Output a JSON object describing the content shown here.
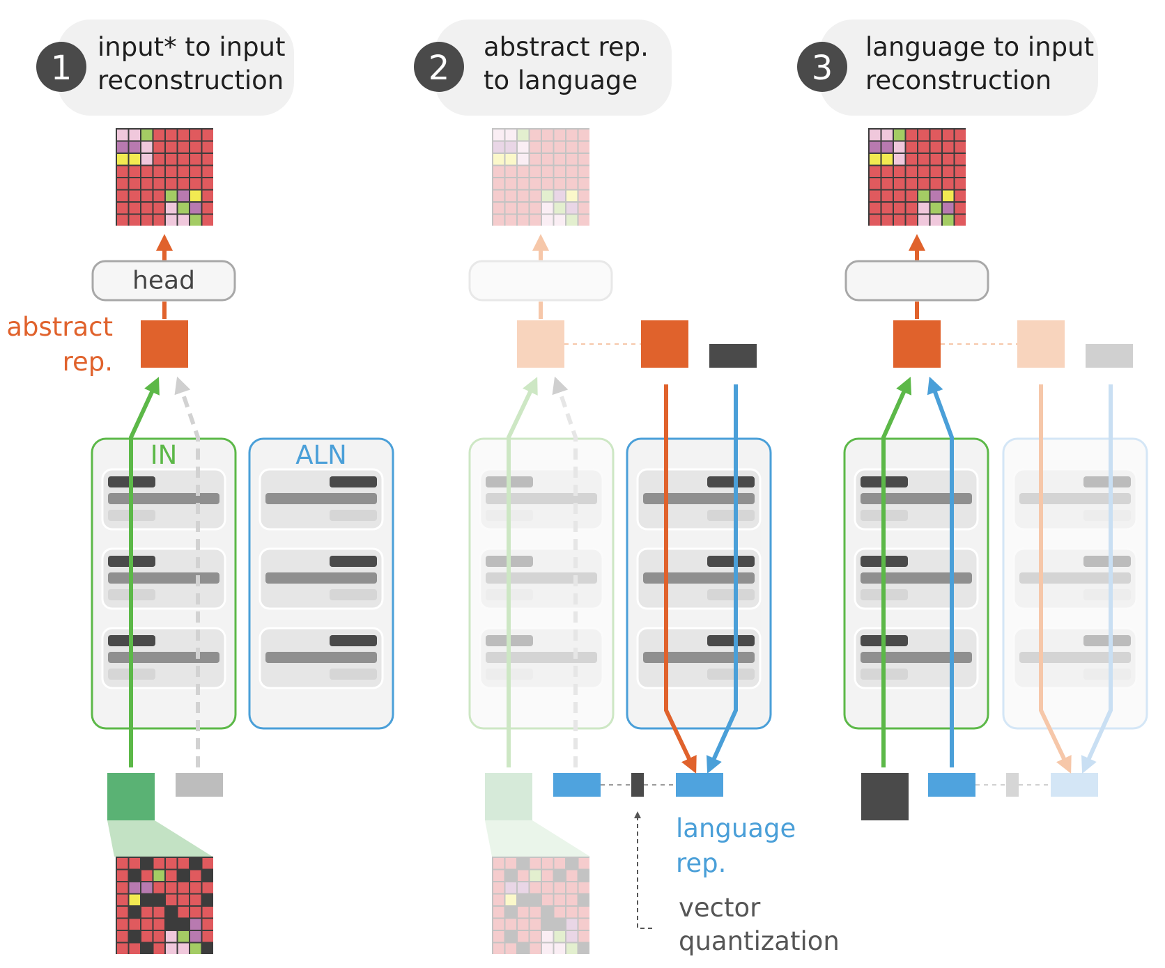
{
  "steps": [
    {
      "number": "1",
      "line1": "input* to input",
      "line2": "reconstruction"
    },
    {
      "number": "2",
      "line1": "abstract rep.",
      "line2": "to language"
    },
    {
      "number": "3",
      "line1": "language to input",
      "line2": "reconstruction"
    }
  ],
  "labels": {
    "head": "head",
    "abstract_rep_line1": "abstract",
    "abstract_rep_line2": "rep.",
    "in_module": "IN",
    "aln_module": "ALN",
    "language_rep_line1": "language",
    "language_rep_line2": "rep.",
    "vq_line1": "vector",
    "vq_line2": "quantization"
  },
  "colors": {
    "orange": "#e0622c",
    "blue": "#4a9fd8",
    "green": "#5cb848",
    "dark": "#4a4a4a",
    "gray": "#bdbdbd",
    "grid_red": "#e05a5e"
  }
}
